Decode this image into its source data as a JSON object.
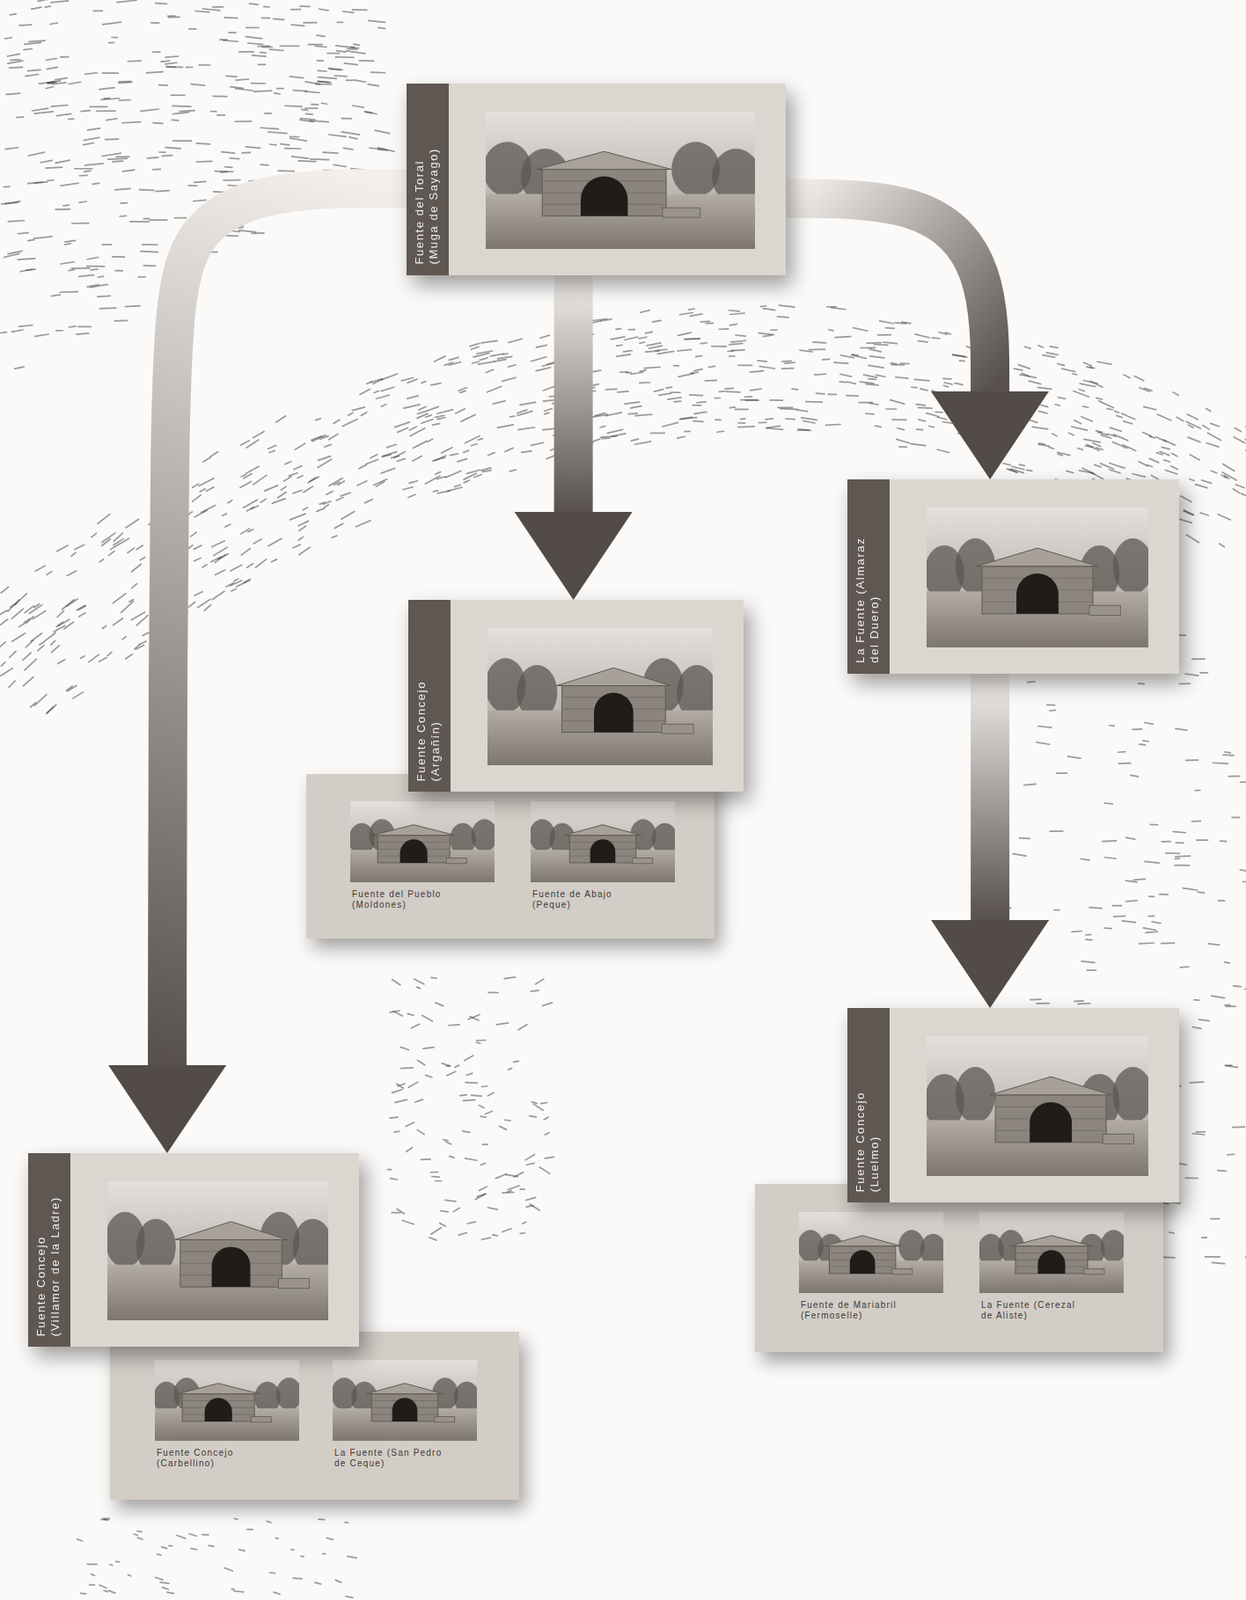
{
  "diagram": {
    "nodes": [
      {
        "text": [
          "Fuente del Toral (Muga de Sayago)"
        ]
      },
      {
        "text": [
          "La Fuente (Almaraz del Duero)"
        ]
      },
      {
        "text": [
          "Fuente Concejo (Argañín)"
        ]
      },
      {
        "text": [
          "Fuente del Pueblo (Moldones)"
        ]
      },
      {
        "text": [
          "Fuente de Abajo (Peque)"
        ]
      },
      {
        "text": [
          "Fuente Concejo (Luelmo)"
        ]
      },
      {
        "text": [
          "Fuente de Mariabril (Fermoselle)"
        ]
      },
      {
        "text": [
          "La Fuente (Cerezal de Aliste)"
        ]
      },
      {
        "text": [
          "Fuente Concejo (Villamor de la Ladre)"
        ]
      },
      {
        "text": [
          "Fuente Concejo (Carbellino)"
        ]
      },
      {
        "text": [
          "La Fuente (San Pedro de Ceque)"
        ]
      }
    ],
    "edges": [
      {
        "from": 0,
        "to": 2,
        "arrow": "to"
      },
      {
        "from": 0,
        "to": 1,
        "arrow": "to"
      },
      {
        "from": 0,
        "to": 8,
        "arrow": "to"
      },
      {
        "from": 1,
        "to": 5,
        "arrow": "to"
      }
    ]
  }
}
